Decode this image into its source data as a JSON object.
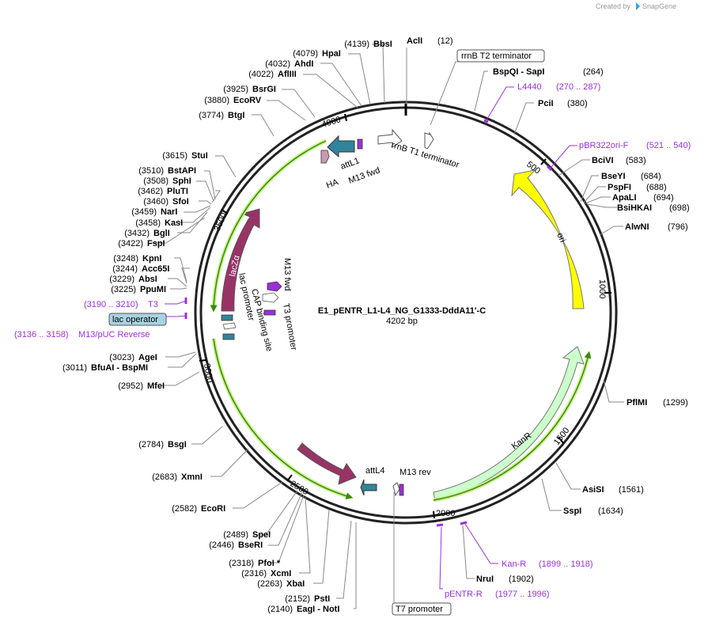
{
  "header": {
    "credit_label": "Created by",
    "brand": "SnapGene"
  },
  "plasmid": {
    "name": "E1_pENTR_L1-L4_NG_G1333-DddA11'-C",
    "size_label": "4202 bp"
  },
  "ticks": [
    "500",
    "1000",
    "1500",
    "2000",
    "2500",
    "3000",
    "3500",
    "4000"
  ],
  "sites_left": [
    {
      "pos": "(4139)",
      "name": "BbsI"
    },
    {
      "pos": "(4079)",
      "name": "HpaI"
    },
    {
      "pos": "(4032)",
      "name": "AhdI"
    },
    {
      "pos": "(4022)",
      "name": "AflIII"
    },
    {
      "pos": "(3925)",
      "name": "BsrGI"
    },
    {
      "pos": "(3880)",
      "name": "EcoRV"
    },
    {
      "pos": "(3774)",
      "name": "BtgI"
    },
    {
      "pos": "(3615)",
      "name": "StuI"
    },
    {
      "pos": "(3510)",
      "name": "BstAPI"
    },
    {
      "pos": "(3508)",
      "name": "SphI"
    },
    {
      "pos": "(3462)",
      "name": "PluTI"
    },
    {
      "pos": "(3460)",
      "name": "SfoI"
    },
    {
      "pos": "(3459)",
      "name": "NarI"
    },
    {
      "pos": "(3458)",
      "name": "KasI"
    },
    {
      "pos": "(3432)",
      "name": "BglI"
    },
    {
      "pos": "(3422)",
      "name": "FspI"
    },
    {
      "pos": "(3248)",
      "name": "KpnI"
    },
    {
      "pos": "(3244)",
      "name": "Acc65I"
    },
    {
      "pos": "(3229)",
      "name": "AbsI"
    },
    {
      "pos": "(3225)",
      "name": "PpuMI"
    },
    {
      "pos": "(3023)",
      "name": "AgeI"
    },
    {
      "pos": "(3011)",
      "name": "BfuAI  -  BspMI"
    },
    {
      "pos": "(2952)",
      "name": "MfeI"
    },
    {
      "pos": "(2784)",
      "name": "BsgI"
    },
    {
      "pos": "(2683)",
      "name": "XmnI"
    },
    {
      "pos": "(2582)",
      "name": "EcoRI"
    },
    {
      "pos": "(2489)",
      "name": "SpeI"
    },
    {
      "pos": "(2446)",
      "name": "BseRI"
    },
    {
      "pos": "(2318)",
      "name": "PfoI *"
    },
    {
      "pos": "(2316)",
      "name": "XcmI"
    },
    {
      "pos": "(2263)",
      "name": "XbaI"
    },
    {
      "pos": "(2152)",
      "name": "PstI"
    },
    {
      "pos": "(2140)",
      "name": "EagI  -  NotI"
    }
  ],
  "sites_right": [
    {
      "name": "AclI",
      "pos": "(12)"
    },
    {
      "name": "BspQI  -  SapI",
      "pos": "(264)"
    },
    {
      "name": "PciI",
      "pos": "(380)"
    },
    {
      "name": "BciVI",
      "pos": "(583)"
    },
    {
      "name": "BseYI",
      "pos": "(684)"
    },
    {
      "name": "PspFI",
      "pos": "(688)"
    },
    {
      "name": "ApaLI",
      "pos": "(694)"
    },
    {
      "name": "BsiHKAI",
      "pos": "(698)"
    },
    {
      "name": "AlwNI",
      "pos": "(796)"
    },
    {
      "name": "PflMI",
      "pos": "(1299)"
    },
    {
      "name": "AsiSI",
      "pos": "(1561)"
    },
    {
      "name": "SspI",
      "pos": "(1634)"
    },
    {
      "name": "NruI",
      "pos": "(1902)"
    }
  ],
  "primers": [
    {
      "name": "L4440",
      "range": "(270 .. 287)"
    },
    {
      "name": "pBR322ori-F",
      "range": "(521 .. 540)"
    },
    {
      "name": "Kan-R",
      "range": "(1899 .. 1918)"
    },
    {
      "name": "pENTR-R",
      "range": "(1977 .. 1996)"
    },
    {
      "name": "T3",
      "range": "(3190 .. 3210)"
    },
    {
      "name": "M13/pUC Reverse",
      "range": "(3136 .. 3158)"
    }
  ],
  "boxed_labels": {
    "rrnb_t2": "rrnB T2 terminator",
    "lac_operator": "lac operator",
    "t7_promoter": "T7 promoter"
  },
  "features": {
    "ori": "ori",
    "kanr": "KanR",
    "lacza": "lacZα",
    "ugi": "UGI",
    "attl1": "attL1",
    "attl4": "attL4",
    "ha": "HA",
    "m13_fwd": "M13 fwd",
    "m13_fwd_inner": "M13 fwd",
    "m13_rev": "M13 rev",
    "rrnb_t1": "rrnB T1 terminator",
    "t3_promoter": "T3 promoter",
    "lac_promoter": "lac promoter",
    "cap_site": "CAP binding site"
  },
  "colors": {
    "ori": "#ffff00",
    "kanr": "#ccffcc",
    "lacza": "#993366",
    "ugi": "#993366",
    "att": "#31849b",
    "primer": "#9b30d9",
    "ha": "#cc99b1",
    "green_line": "#3a8a0a",
    "green_glow": "#c8f08c"
  }
}
